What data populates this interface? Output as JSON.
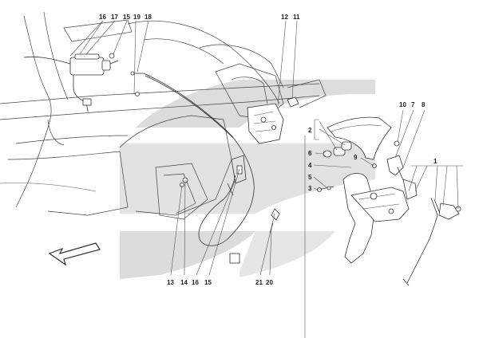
{
  "diagram": {
    "callouts_top": [
      "16",
      "17",
      "15",
      "19",
      "18",
      "12",
      "11"
    ],
    "callouts_right": [
      "10",
      "7",
      "8",
      "2",
      "6",
      "9",
      "4",
      "5",
      "3",
      "1"
    ],
    "callouts_bottom": [
      "13",
      "14",
      "16",
      "15",
      "21",
      "20"
    ]
  },
  "colors": {
    "watermark": "#d9d9d9",
    "line": "#333333"
  }
}
